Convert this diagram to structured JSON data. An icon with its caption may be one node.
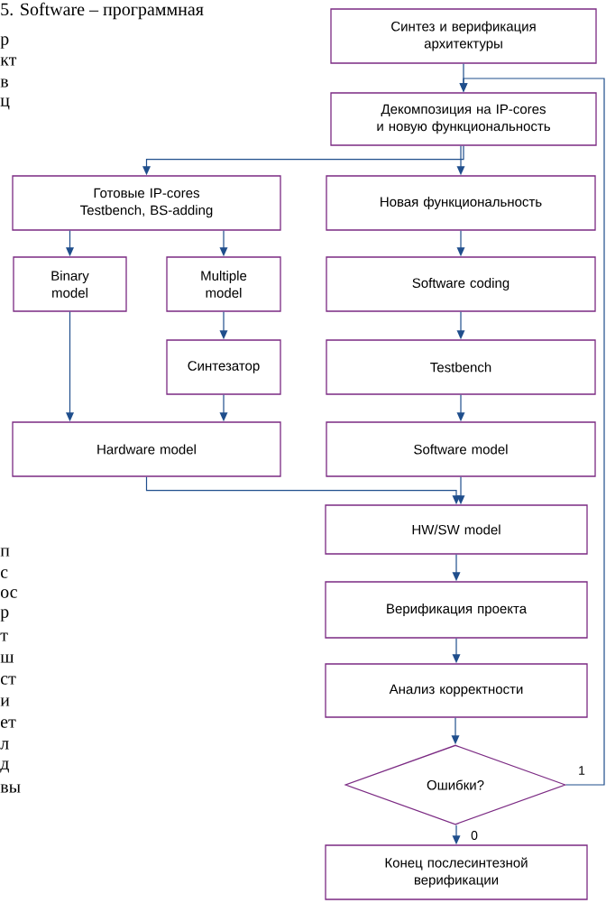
{
  "diagram": {
    "nodes": [
      {
        "text": [
          "Синтез и верификация архитектуры"
        ]
      },
      {
        "text": [
          "Декомпозиция на IP-cores и новую функциональность"
        ]
      },
      {
        "text": [
          "Готовые IP-cores Testbench, BS-adding"
        ]
      },
      {
        "text": [
          "Новая функциональность"
        ]
      },
      {
        "text": [
          "Binary model"
        ]
      },
      {
        "text": [
          "Multiple model"
        ]
      },
      {
        "text": [
          "Software coding"
        ]
      },
      {
        "text": [
          "Синтезатор"
        ]
      },
      {
        "text": [
          "Testbench"
        ]
      },
      {
        "text": [
          "Hardware model"
        ]
      },
      {
        "text": [
          "Software model"
        ]
      },
      {
        "text": [
          "HW/SW model"
        ]
      },
      {
        "text": [
          "Верификация проекта"
        ]
      },
      {
        "text": [
          "Анализ корректности"
        ]
      },
      {
        "text": [
          "Ошибки?"
        ]
      },
      {
        "text": [
          "Конец послесинтезной верификации"
        ]
      }
    ],
    "edges": [
      {
        "from": 0,
        "to": 1,
        "arrow": "to"
      },
      {
        "from": 1,
        "to": 2,
        "arrow": "to"
      },
      {
        "from": 1,
        "to": 3,
        "arrow": "to"
      },
      {
        "from": 2,
        "to": 4,
        "arrow": "to"
      },
      {
        "from": 2,
        "to": 5,
        "arrow": "to"
      },
      {
        "from": 3,
        "to": 6,
        "arrow": "to"
      },
      {
        "from": 5,
        "to": 7,
        "arrow": "to"
      },
      {
        "from": 6,
        "to": 8,
        "arrow": "to"
      },
      {
        "from": 4,
        "to": 9,
        "arrow": "to"
      },
      {
        "from": 7,
        "to": 9,
        "arrow": "to"
      },
      {
        "from": 8,
        "to": 10,
        "arrow": "to"
      },
      {
        "from": 9,
        "to": 11,
        "arrow": "to"
      },
      {
        "from": 10,
        "to": 11,
        "arrow": "to"
      },
      {
        "from": 11,
        "to": 12,
        "arrow": "to"
      },
      {
        "from": 12,
        "to": 13,
        "arrow": "to"
      },
      {
        "from": 13,
        "to": 14,
        "arrow": "to"
      },
      {
        "from": 14,
        "to": 15,
        "arrow": "to",
        "label": "0"
      },
      {
        "from": 14,
        "to": 1,
        "arrow": "to",
        "label": "1"
      }
    ],
    "labels": [
      "5. Software – программная",
      "р",
      "кт",
      "в",
      "ц",
      "п",
      "с",
      "ос",
      "р",
      "т",
      "ш",
      "ст",
      "и",
      "ет",
      "л",
      "д",
      "вы"
    ]
  }
}
